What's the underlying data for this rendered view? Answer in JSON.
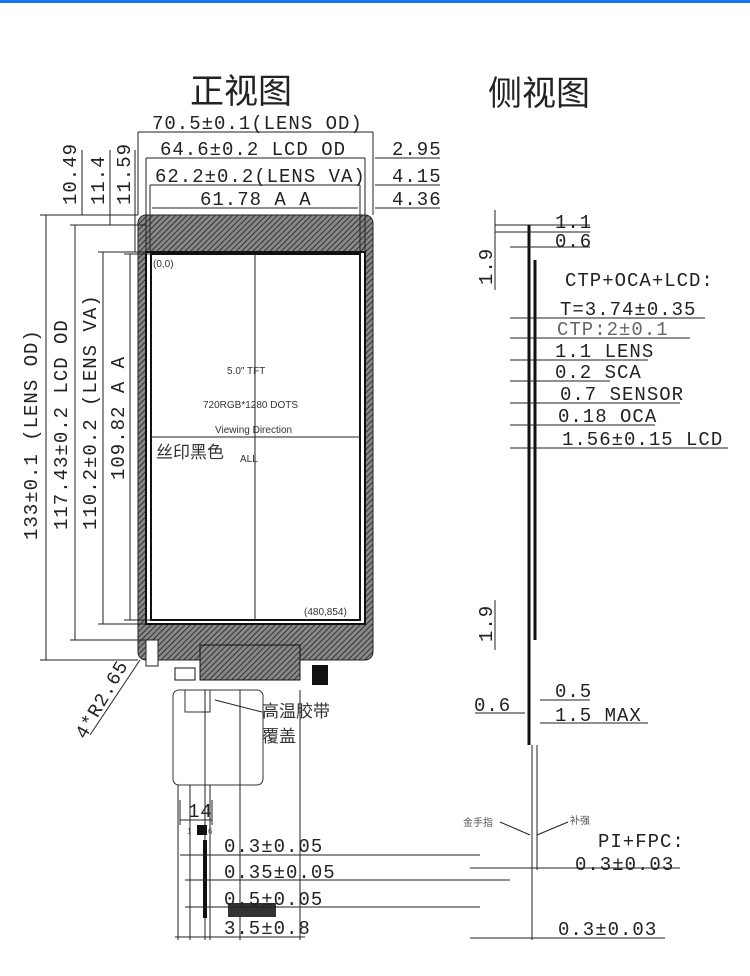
{
  "titles": {
    "front": "正视图",
    "side": "侧视图"
  },
  "front": {
    "top_dims": [
      "70.5±0.1(LENS OD)",
      "64.6±0.2 LCD OD",
      "62.2±0.2(LENS VA)",
      "61.78 A A"
    ],
    "right_dims": [
      "2.95",
      "4.15",
      "4.36"
    ],
    "left_small_dims": [
      "10.49",
      "11.4",
      "11.59"
    ],
    "left_dims": [
      "133±0.1 (LENS OD)",
      "117.43±0.2 LCD OD",
      "110.2±0.2 (LENS VA)",
      "109.82 A A"
    ],
    "radius": "4*R2.65",
    "origin": "(0,0)",
    "end_coord": "(480,854)",
    "tft": "5.0\" TFT",
    "resolution": "720RGB*1280 DOTS",
    "viewing": "Viewing Direction",
    "viewing_value": "ALL",
    "silk": "丝印黑色",
    "tape": [
      "高温胶带",
      "覆盖"
    ],
    "fpc_width": "14",
    "pins": [
      "1",
      "6"
    ],
    "fpc_dims": [
      "0.3±0.05",
      "0.35±0.05",
      "0.5±0.05",
      "3.5±0.8"
    ]
  },
  "side": {
    "top": [
      "1.1",
      "0.6",
      "1.9"
    ],
    "stack_title": "CTP+OCA+LCD:",
    "layers": [
      "T=3.74±0.35",
      "CTP:2±0.1",
      "1.1 LENS",
      "0.2 SCA",
      "0.7 SENSOR",
      "0.18 OCA",
      "1.56±0.15 LCD"
    ],
    "lower": [
      "1.9",
      "0.5",
      "0.6",
      "1.5 MAX"
    ],
    "gold_finger": "金手指",
    "stiffener": "补强",
    "fpc_title": "PI+FPC:",
    "fpc_dims": [
      "0.3±0.03",
      "0.3±0.03"
    ]
  },
  "colors": {
    "accent_line": "#1a73e8"
  }
}
